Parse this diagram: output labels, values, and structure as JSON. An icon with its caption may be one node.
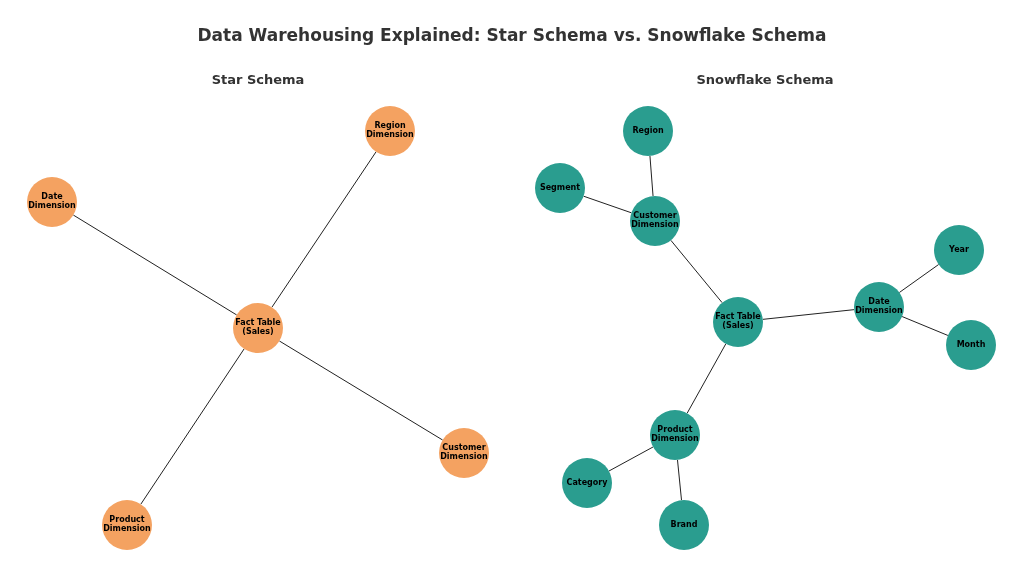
{
  "diagram": {
    "title": "Data Warehousing Explained: Star Schema vs. Snowflake Schema",
    "nodes": [
      {
        "text": [
          "Fact Table (Sales)"
        ]
      },
      {
        "text": [
          "Region Dimension"
        ]
      },
      {
        "text": [
          "Date Dimension"
        ]
      },
      {
        "text": [
          "Customer Dimension"
        ]
      },
      {
        "text": [
          "Product Dimension"
        ]
      },
      {
        "text": [
          "Fact Table (Sales)"
        ]
      },
      {
        "text": [
          "Customer Dimension"
        ]
      },
      {
        "text": [
          "Region"
        ]
      },
      {
        "text": [
          "Segment"
        ]
      },
      {
        "text": [
          "Date Dimension"
        ]
      },
      {
        "text": [
          "Year"
        ]
      },
      {
        "text": [
          "Month"
        ]
      },
      {
        "text": [
          "Product Dimension"
        ]
      },
      {
        "text": [
          "Category"
        ]
      },
      {
        "text": [
          "Brand"
        ]
      }
    ],
    "edges": [
      {
        "from": 0,
        "to": 1,
        "arrow": "none"
      },
      {
        "from": 0,
        "to": 2,
        "arrow": "none"
      },
      {
        "from": 0,
        "to": 3,
        "arrow": "none"
      },
      {
        "from": 0,
        "to": 4,
        "arrow": "none"
      },
      {
        "from": 5,
        "to": 6,
        "arrow": "none"
      },
      {
        "from": 6,
        "to": 7,
        "arrow": "none"
      },
      {
        "from": 6,
        "to": 8,
        "arrow": "none"
      },
      {
        "from": 5,
        "to": 9,
        "arrow": "none"
      },
      {
        "from": 9,
        "to": 10,
        "arrow": "none"
      },
      {
        "from": 9,
        "to": 11,
        "arrow": "none"
      },
      {
        "from": 5,
        "to": 12,
        "arrow": "none"
      },
      {
        "from": 12,
        "to": 13,
        "arrow": "none"
      },
      {
        "from": 12,
        "to": 14,
        "arrow": "none"
      }
    ],
    "labels": [
      "Star Schema",
      "Snowflake Schema"
    ]
  }
}
